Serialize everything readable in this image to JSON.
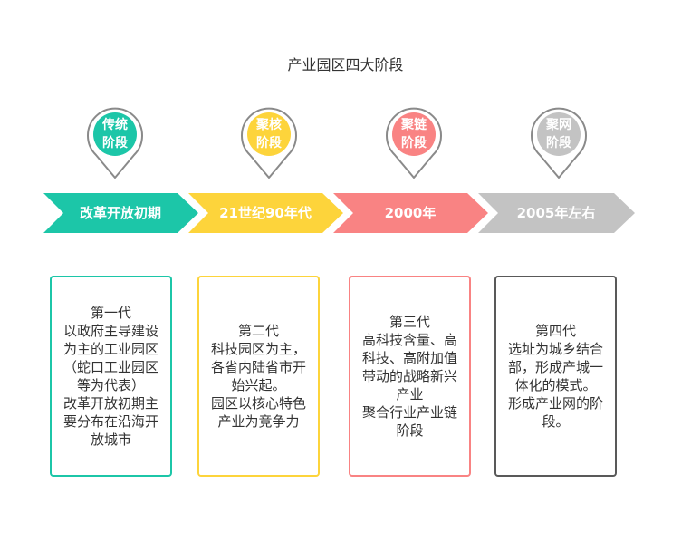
{
  "title": "产业园区四大阶段",
  "stages": [
    {
      "pin_lines": [
        "传统",
        "阶段"
      ],
      "period": "改革开放初期",
      "color": "#1cc6a8",
      "card_lines": [
        "第一代",
        "以政府主导建设",
        "为主的工业园区",
        "（蛇口工业园区",
        "等为代表）",
        "改革开放初期主",
        "要分布在沿海开",
        "放城市"
      ]
    },
    {
      "pin_lines": [
        "聚核",
        "阶段"
      ],
      "period": "21世纪90年代",
      "color": "#fdd43b",
      "card_lines": [
        "第二代",
        "科技园区为主，",
        "各省内陆省市开",
        "始兴起。",
        "园区以核心特色",
        "产业为竞争力"
      ]
    },
    {
      "pin_lines": [
        "聚链",
        "阶段"
      ],
      "period": "2000年",
      "color": "#f98383",
      "card_lines": [
        "第三代",
        "高科技含量、高",
        "科技、高附加值",
        "带动的战略新兴",
        "产业",
        "聚合行业产业链",
        "阶段"
      ]
    },
    {
      "pin_lines": [
        "聚网",
        "阶段"
      ],
      "period": "2005年左右",
      "color": "#c3c3c3",
      "card_border_color": "#595959",
      "card_lines": [
        "第四代",
        "选址为城乡结合",
        "部，形成产城一",
        "体化的模式。",
        "形成产业网的阶",
        "段。"
      ]
    }
  ]
}
